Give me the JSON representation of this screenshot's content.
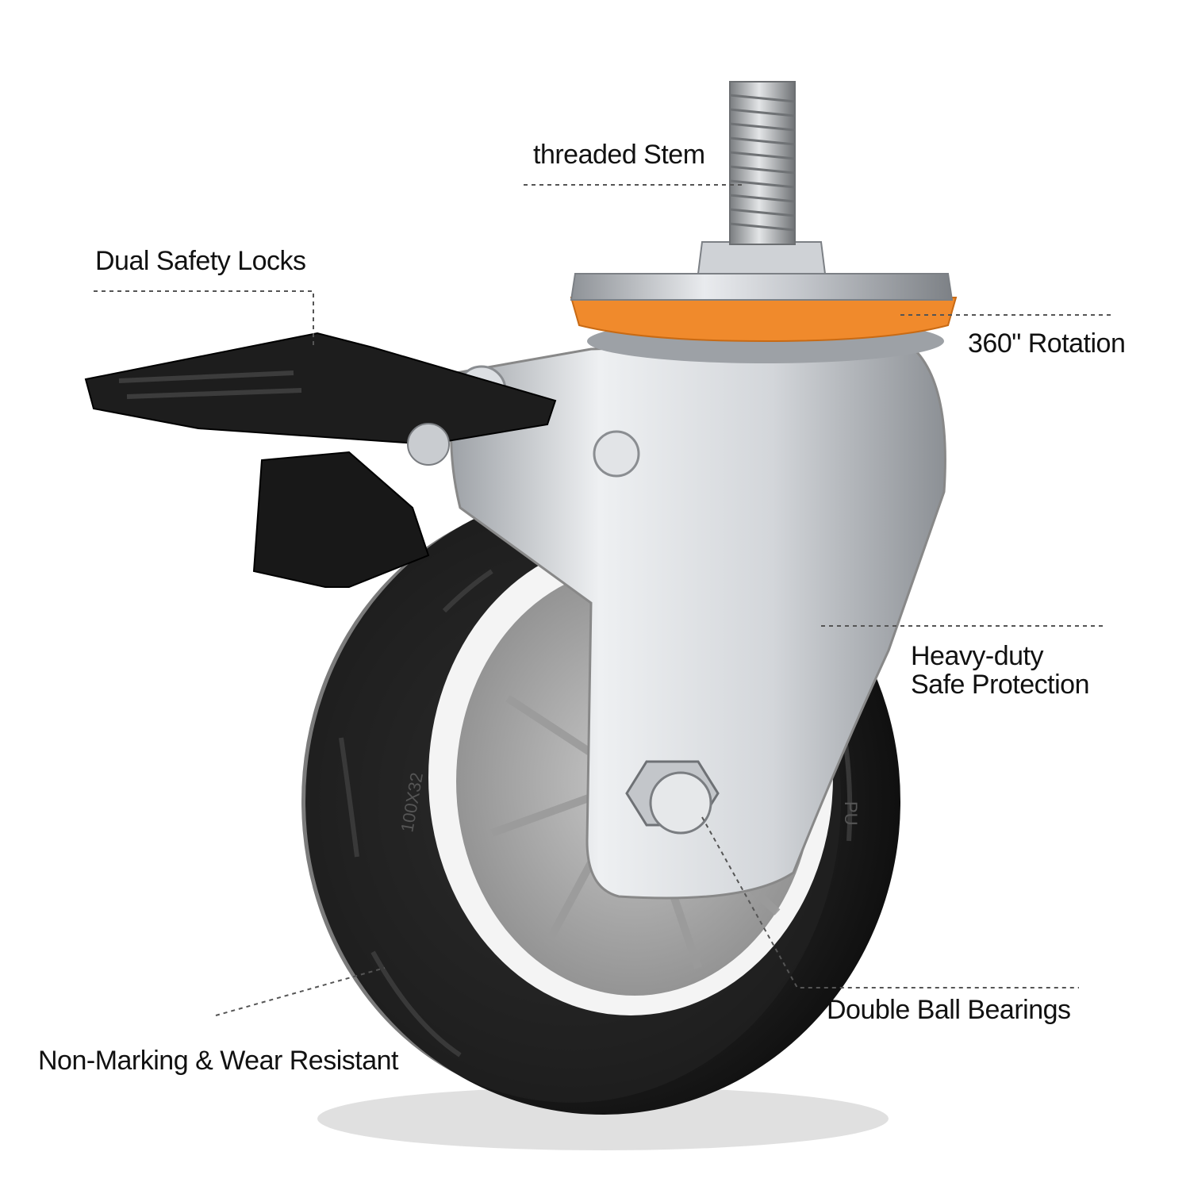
{
  "labels": {
    "threaded_stem": "threaded Stem",
    "dual_safety_locks": "Dual Safety Locks",
    "rotation": "360\" Rotation",
    "heavy_duty_line1": "Heavy-duty",
    "heavy_duty_line2": "Safe Protection",
    "double_ball_bearings": "Double Ball Bearings",
    "non_marking": "Non-Marking & Wear Resistant"
  },
  "wheel_markings": {
    "size": "100X32",
    "material": "PU"
  },
  "colors": {
    "background": "#ffffff",
    "text": "#111111",
    "leader_line": "#555555",
    "bearing_ring_orange": "#f08a2c",
    "tire_black": "#1b1b1b",
    "hub_grey": "#a8a8a8",
    "rim_white": "#f2f2f2",
    "bracket_silver": "#c9ccd0"
  }
}
